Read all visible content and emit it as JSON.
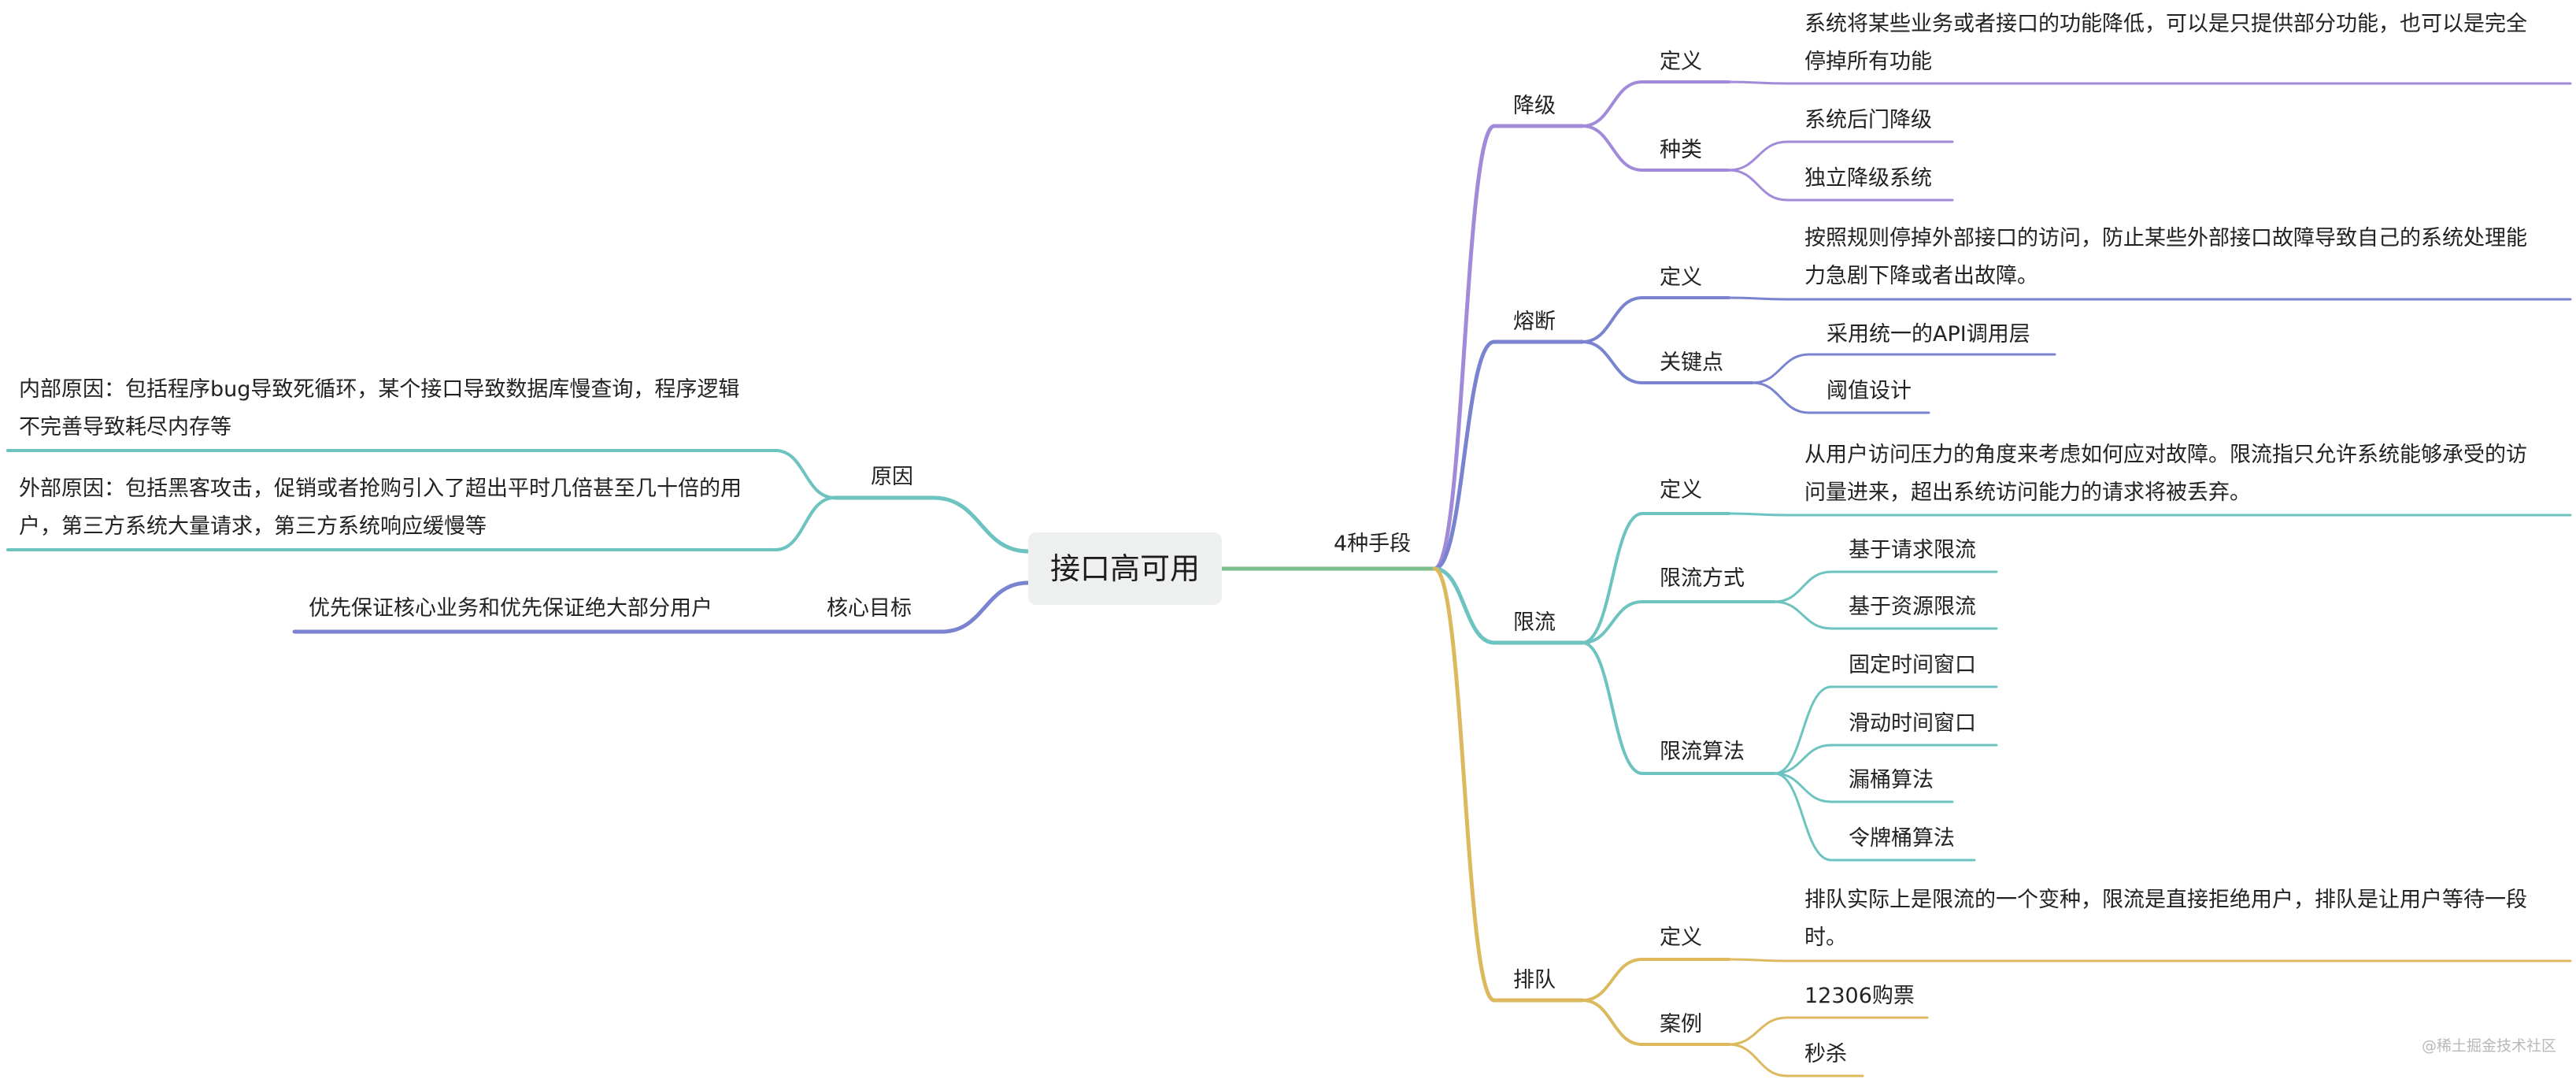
{
  "mindmap": {
    "root": "接口高可用",
    "left": {
      "reason": {
        "label": "原因",
        "internal": [
          "内部原因：包括程序bug导致死循环，某个接口导致数据库慢查询，程序逻辑",
          "不完善导致耗尽内存等"
        ],
        "external": [
          "外部原因：包括黑客攻击，促销或者抢购引入了超出平时几倍甚至几十倍的用",
          "户，第三方系统大量请求，第三方系统响应缓慢等"
        ]
      },
      "goal": {
        "label": "核心目标",
        "text": "优先保证核心业务和优先保证绝大部分用户"
      }
    },
    "means": {
      "label": "4种手段",
      "degrade": {
        "label": "降级",
        "def_label": "定义",
        "def_text": [
          "系统将某些业务或者接口的功能降低，可以是只提供部分功能，也可以是完全",
          "停掉所有功能"
        ],
        "kinds_label": "种类",
        "kinds": [
          "系统后门降级",
          "独立降级系统"
        ]
      },
      "fuse": {
        "label": "熔断",
        "def_label": "定义",
        "def_text": [
          "按照规则停掉外部接口的访问，防止某些外部接口故障导致自己的系统处理能",
          "力急剧下降或者出故障。"
        ],
        "key_label": "关键点",
        "keys": [
          "采用统一的API调用层",
          "阈值设计"
        ]
      },
      "limit": {
        "label": "限流",
        "def_label": "定义",
        "def_text": [
          "从用户访问压力的角度来考虑如何应对故障。限流指只允许系统能够承受的访",
          "问量进来，超出系统访问能力的请求将被丢弃。"
        ],
        "mode_label": "限流方式",
        "modes": [
          "基于请求限流",
          "基于资源限流"
        ],
        "algo_label": "限流算法",
        "algos": [
          "固定时间窗口",
          "滑动时间窗口",
          "漏桶算法",
          "令牌桶算法"
        ]
      },
      "queue": {
        "label": "排队",
        "def_label": "定义",
        "def_text": [
          "排队实际上是限流的一个变种，限流是直接拒绝用户，排队是让用户等待一段",
          "时。"
        ],
        "case_label": "案例",
        "cases": [
          "12306购票",
          "秒杀"
        ]
      }
    },
    "colors": {
      "means": "#7dbf8c",
      "reason": "#6cc3bf",
      "goal": "#7a83cf",
      "degrade": "#a18ad8",
      "fuse": "#7a83cf",
      "limit": "#6cc3bf",
      "queue": "#dcb95f"
    },
    "watermark": "@稀土掘金技术社区"
  }
}
